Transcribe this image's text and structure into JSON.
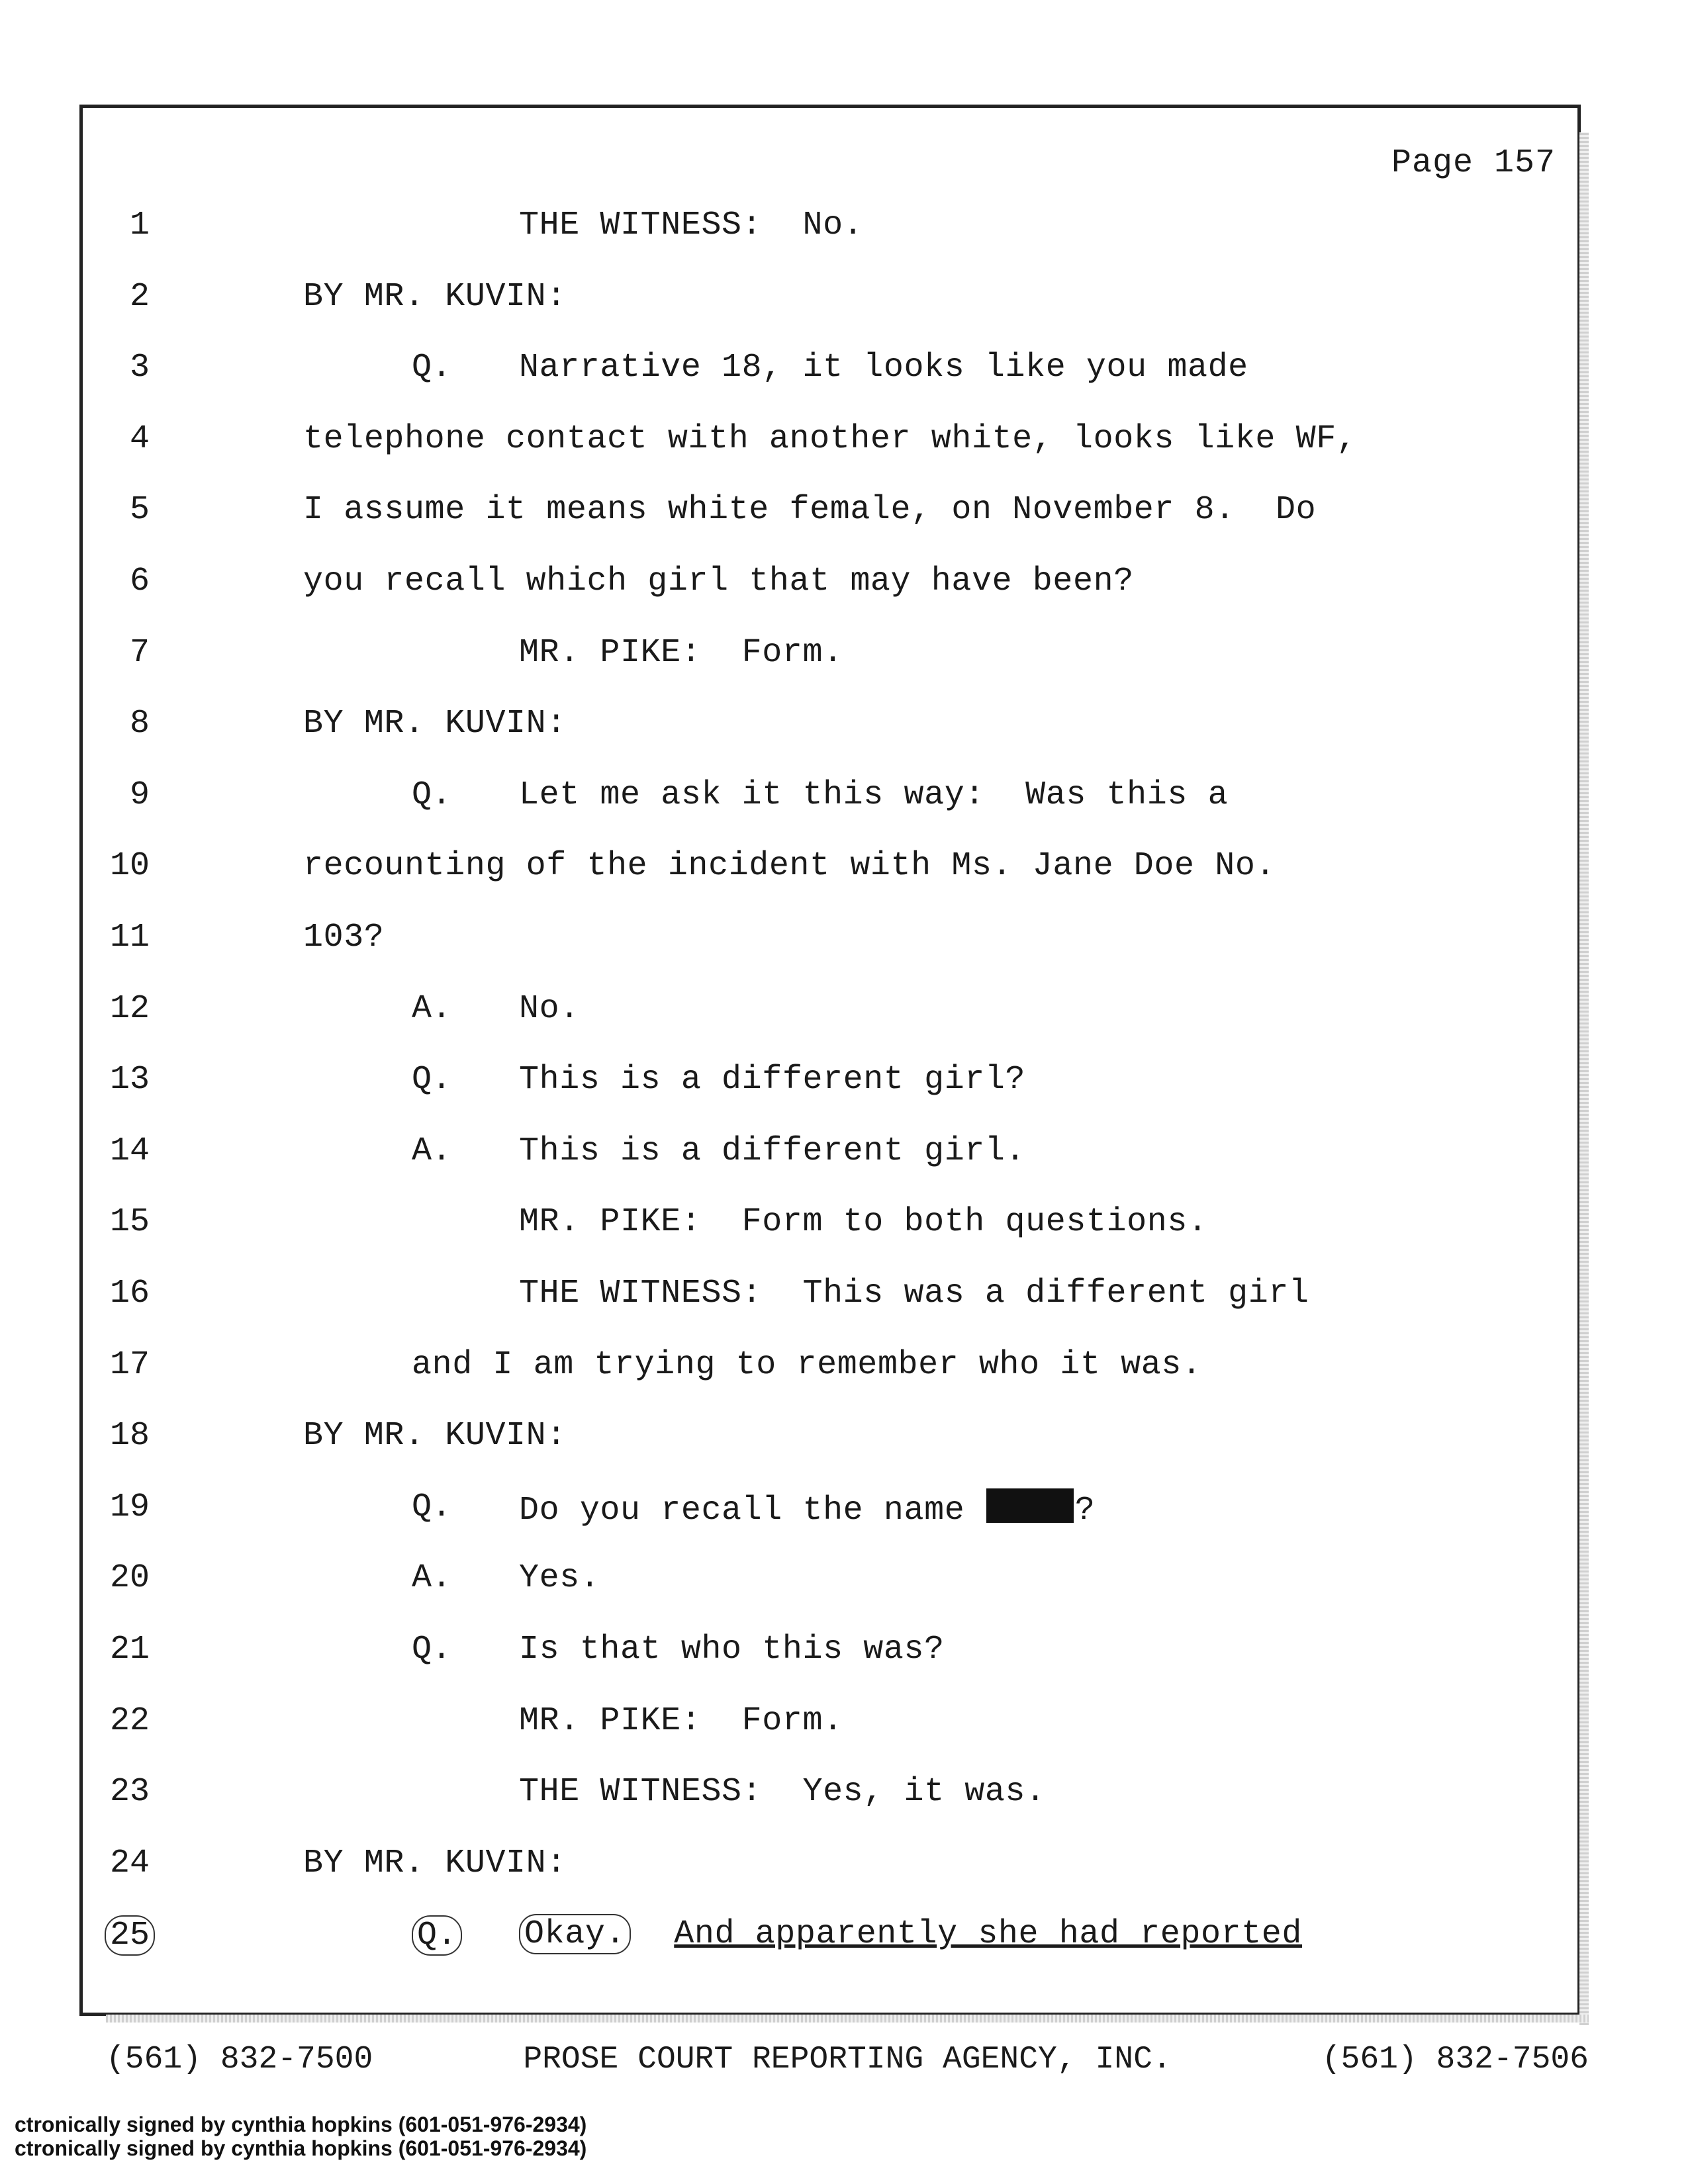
{
  "page_label": "Page 157",
  "lines": [
    {
      "n": "1",
      "indent": "speaker",
      "text": "THE WITNESS:  No."
    },
    {
      "n": "2",
      "indent": "body",
      "text": "BY MR. KUVIN:"
    },
    {
      "n": "3",
      "indent": "qa",
      "label": "Q.",
      "text": "Narrative 18, it looks like you made"
    },
    {
      "n": "4",
      "indent": "body",
      "text": "telephone contact with another white, looks like WF,"
    },
    {
      "n": "5",
      "indent": "body",
      "text": "I assume it means white female, on November 8.  Do"
    },
    {
      "n": "6",
      "indent": "body",
      "text": "you recall which girl that may have been?"
    },
    {
      "n": "7",
      "indent": "speaker",
      "text": "MR. PIKE:  Form."
    },
    {
      "n": "8",
      "indent": "body",
      "text": "BY MR. KUVIN:"
    },
    {
      "n": "9",
      "indent": "qa",
      "label": "Q.",
      "text": "Let me ask it this way:  Was this a"
    },
    {
      "n": "10",
      "indent": "body",
      "text": "recounting of the incident with Ms. Jane Doe No."
    },
    {
      "n": "11",
      "indent": "body",
      "text": "103?"
    },
    {
      "n": "12",
      "indent": "qa",
      "label": "A.",
      "text": "No."
    },
    {
      "n": "13",
      "indent": "qa",
      "label": "Q.",
      "text": "This is a different girl?"
    },
    {
      "n": "14",
      "indent": "qa",
      "label": "A.",
      "text": "This is a different girl."
    },
    {
      "n": "15",
      "indent": "speaker",
      "text": "MR. PIKE:  Form to both questions."
    },
    {
      "n": "16",
      "indent": "speaker",
      "text": "THE WITNESS:  This was a different girl"
    },
    {
      "n": "17",
      "indent": "qa-label",
      "text": "and I am trying to remember who it was."
    },
    {
      "n": "18",
      "indent": "body",
      "text": "BY MR. KUVIN:"
    },
    {
      "n": "19",
      "indent": "qa",
      "label": "Q.",
      "text": "Do you recall the name",
      "suffix": "?"
    },
    {
      "n": "20",
      "indent": "qa",
      "label": "A.",
      "text": "Yes."
    },
    {
      "n": "21",
      "indent": "qa",
      "label": "Q.",
      "text": "Is that who this was?"
    },
    {
      "n": "22",
      "indent": "speaker",
      "text": "MR. PIKE:  Form."
    },
    {
      "n": "23",
      "indent": "speaker",
      "text": "THE WITNESS:  Yes, it was."
    },
    {
      "n": "24",
      "indent": "body",
      "text": "BY MR. KUVIN:"
    },
    {
      "n": "25",
      "indent": "qa",
      "label": "Q.",
      "text": "And apparently she had reported",
      "prefix": "Okay."
    }
  ],
  "footer": {
    "phone_left": "(561) 832-7500",
    "agency": "PROSE COURT REPORTING AGENCY, INC.",
    "phone_right": "(561) 832-7506"
  },
  "signature_lines": [
    "ctronically signed by cynthia hopkins (601-051-976-2934)",
    "ctronically signed by cynthia hopkins (601-051-976-2934)"
  ]
}
